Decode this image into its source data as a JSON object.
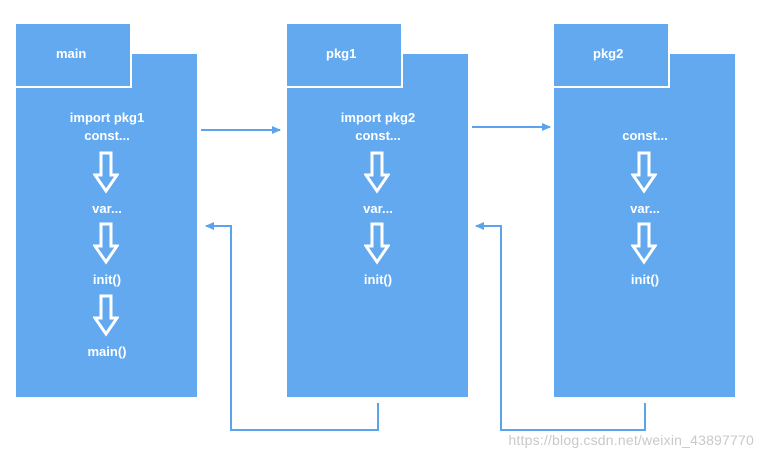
{
  "packages": [
    {
      "name": "main",
      "lines": [
        "import pkg1",
        "const...",
        "var...",
        "init()",
        "main()"
      ]
    },
    {
      "name": "pkg1",
      "lines": [
        "import pkg2",
        "const...",
        "var...",
        "init()"
      ]
    },
    {
      "name": "pkg2",
      "lines": [
        "const...",
        "var...",
        "init()"
      ]
    }
  ],
  "colors": {
    "box": "#63a9f0",
    "connector": "#5aa3ee",
    "text": "#ffffff"
  },
  "watermark": "https://blog.csdn.net/weixin_43897770"
}
